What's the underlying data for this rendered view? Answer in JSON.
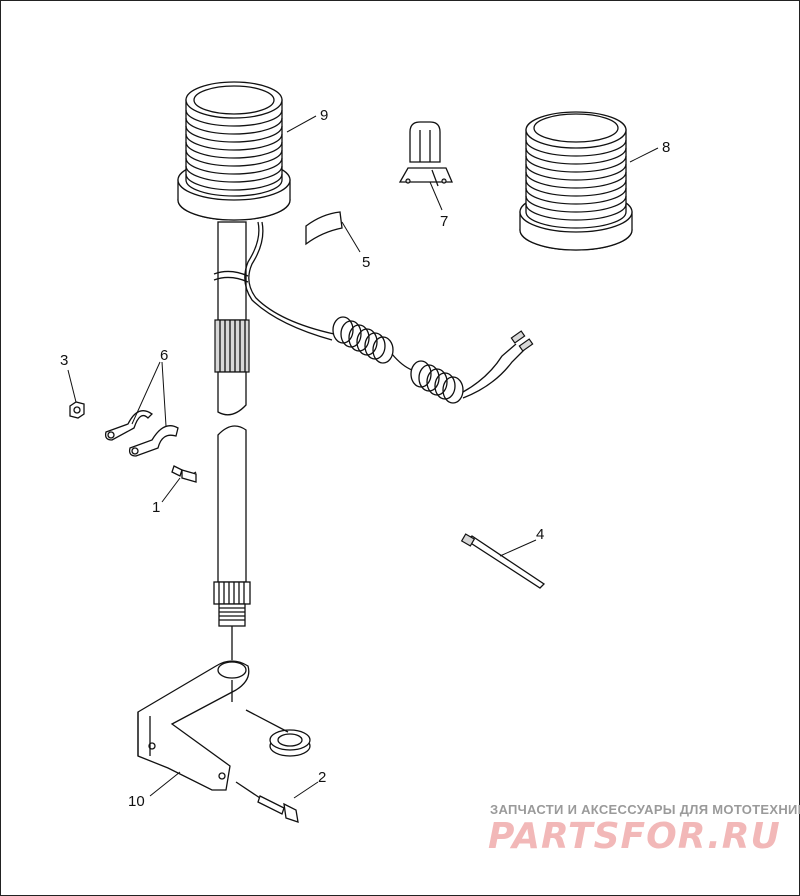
{
  "callouts": {
    "c1": "1",
    "c2": "2",
    "c3": "3",
    "c4": "4",
    "c5": "5",
    "c6": "6",
    "c7": "7",
    "c8": "8",
    "c9": "9",
    "c10": "10"
  },
  "watermark": {
    "caption": "ЗАПЧАСТИ И АКСЕССУАРЫ ДЛЯ МОТОТЕХНИКИ",
    "logo": "PARTSFOR.RU"
  },
  "colors": {
    "line": "#111111",
    "watermark_text": "#9a9a9a",
    "watermark_logo": "#f2b8b8"
  }
}
